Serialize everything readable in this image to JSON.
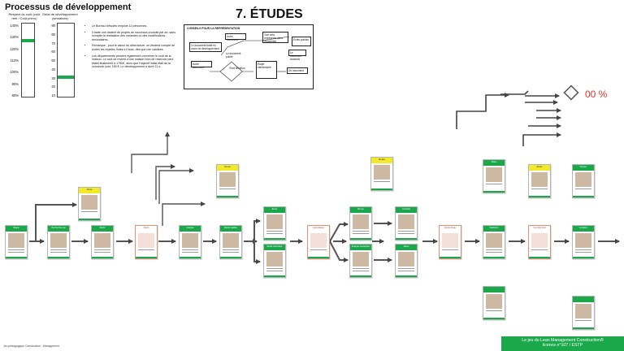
{
  "header": {
    "title": "Processus de développement",
    "step_title": "7. ÉTUDES"
  },
  "gauges": {
    "left_label": "Respect du coût (coût réel / Coût prévu)",
    "right_label": "Délai de développement (semaines)",
    "left_ticks": [
      "140%",
      "130%",
      "120%",
      "110%",
      "100%",
      "90%",
      "80%"
    ],
    "right_ticks": [
      "90",
      "80",
      "70",
      "60",
      "50",
      "40",
      "30",
      "20",
      "10"
    ],
    "left_level": 0.78,
    "right_level": 0.27,
    "marker_color": "#1aa84a"
  },
  "notes": [
    "Le Bureau d'études emploie 11 personnes.",
    "Il traite une dizaine de projets de nouveaux produits par an, sans compter la réalisation des variantes ou des modifications secondaires.",
    "Remarque : pour le calcul du délai actuel, on étudera compte de toutes les repêtes, listes s'il auto. dès que non validées.",
    "Les départements peuvent également converser le coût de la maison. Le coût de revient d'une maison hors de réservoir peut établi finalement à 175kE, alors que l'objectif initial était de la concevoir pour 155 €. Le développement a duré 21 s."
  ],
  "inset": {
    "title": "CONSEILS POUR LA REPRÉSENTATION",
    "box1": "Le document traité en cours de développement",
    "box2": "Autre document",
    "box3": "Autre document",
    "box4": "Étape élémentaire",
    "box5": "Le document transmis",
    "box6": "Tout cela représente dans l'ensemble",
    "box7": "Écrits publiés",
    "box8": "Le document publié",
    "box9": "Un document",
    "decision": "Écrit décision"
  },
  "progress": {
    "percent_label": "00 %",
    "accent_color": "#e5322d"
  },
  "cards": {
    "row_main": [
      "Étape",
      "Recherche cas",
      "Étude",
      "Alerte",
      "Analyse",
      "Étude validée",
      "Envoi",
      "Étude technique",
      "Approbation",
      "Revue",
      "Analyse conception",
      "Contrôle",
      "Alerte",
      "Étude finale",
      "Validation",
      "Contrôle final",
      "Livraison"
    ],
    "top_row": [
      "Alerte",
      "Revue",
      "Études",
      "Plans",
      "Étude",
      "Dossier"
    ]
  },
  "footer": {
    "left_text": "Jeu pédagogique Construction - Management",
    "badge_line1": "Le jeu du Lean Management Construction®",
    "badge_line2": "licence n°107 / ESTP"
  }
}
